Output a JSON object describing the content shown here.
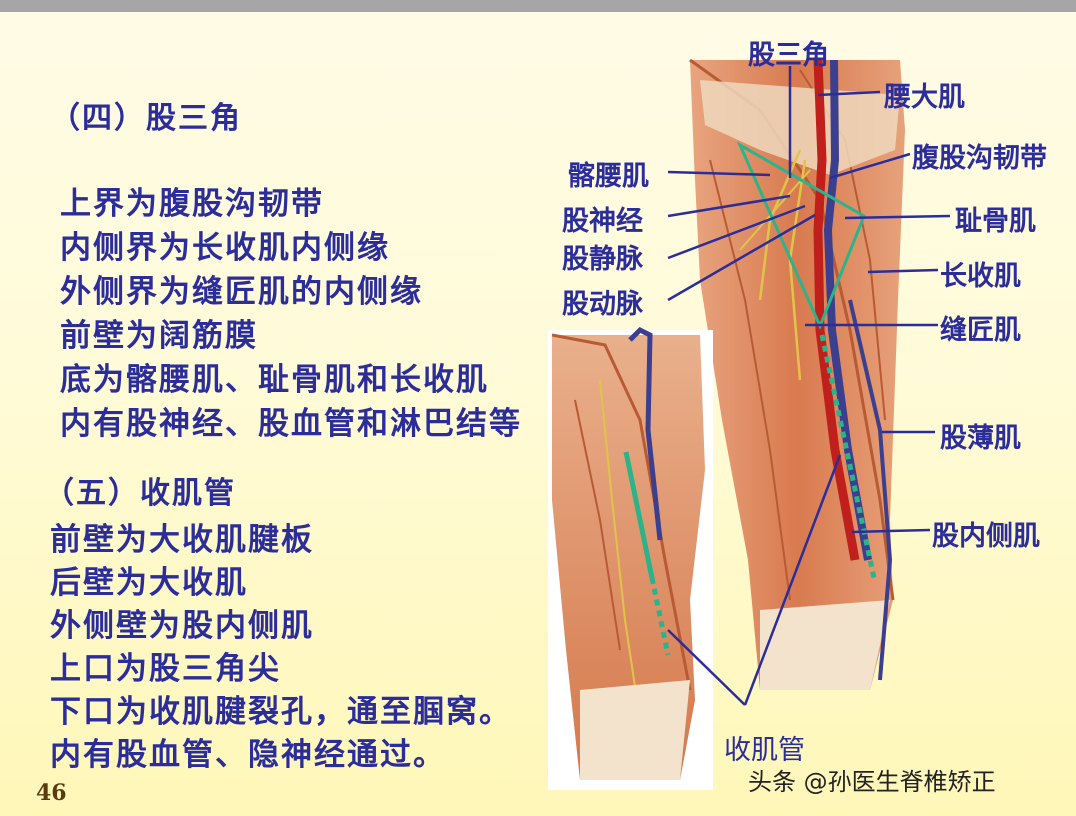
{
  "page_number": "46",
  "section4": {
    "title": "（四）股三角",
    "lines": [
      "上界为腹股沟韧带",
      "内侧界为长收肌内侧缘",
      "外侧界为缝匠肌的内侧缘",
      "前壁为阔筋膜",
      "底为髂腰肌、耻骨肌和长收肌",
      "内有股神经、股血管和淋巴结等"
    ]
  },
  "section5": {
    "title": "（五）收肌管",
    "lines": [
      "前壁为大收肌腱板",
      "后壁为大收肌",
      "外侧壁为股内侧肌",
      "上口为股三角尖",
      "下口为收肌腱裂孔，通至腘窝。",
      "内有股血管、隐神经通过。"
    ]
  },
  "labels": {
    "femoral_triangle": "股三角",
    "psoas_major": "腰大肌",
    "inguinal_ligament": "腹股沟韧带",
    "iliopsoas": "髂腰肌",
    "femoral_nerve": "股神经",
    "pectineus": "耻骨肌",
    "femoral_vein": "股静脉",
    "adductor_longus": "长收肌",
    "femoral_artery": "股动脉",
    "sartorius": "缝匠肌",
    "gracilis": "股薄肌",
    "vastus_medialis": "股内侧肌",
    "adductor_canal": "收肌管"
  },
  "watermark": "头条 @孙医生脊椎矫正",
  "colors": {
    "text": "#2b2d9b",
    "triangle_outline": "#2bb38a",
    "canal_line": "#2bb38a",
    "top_bar": "#a6a6a6"
  }
}
